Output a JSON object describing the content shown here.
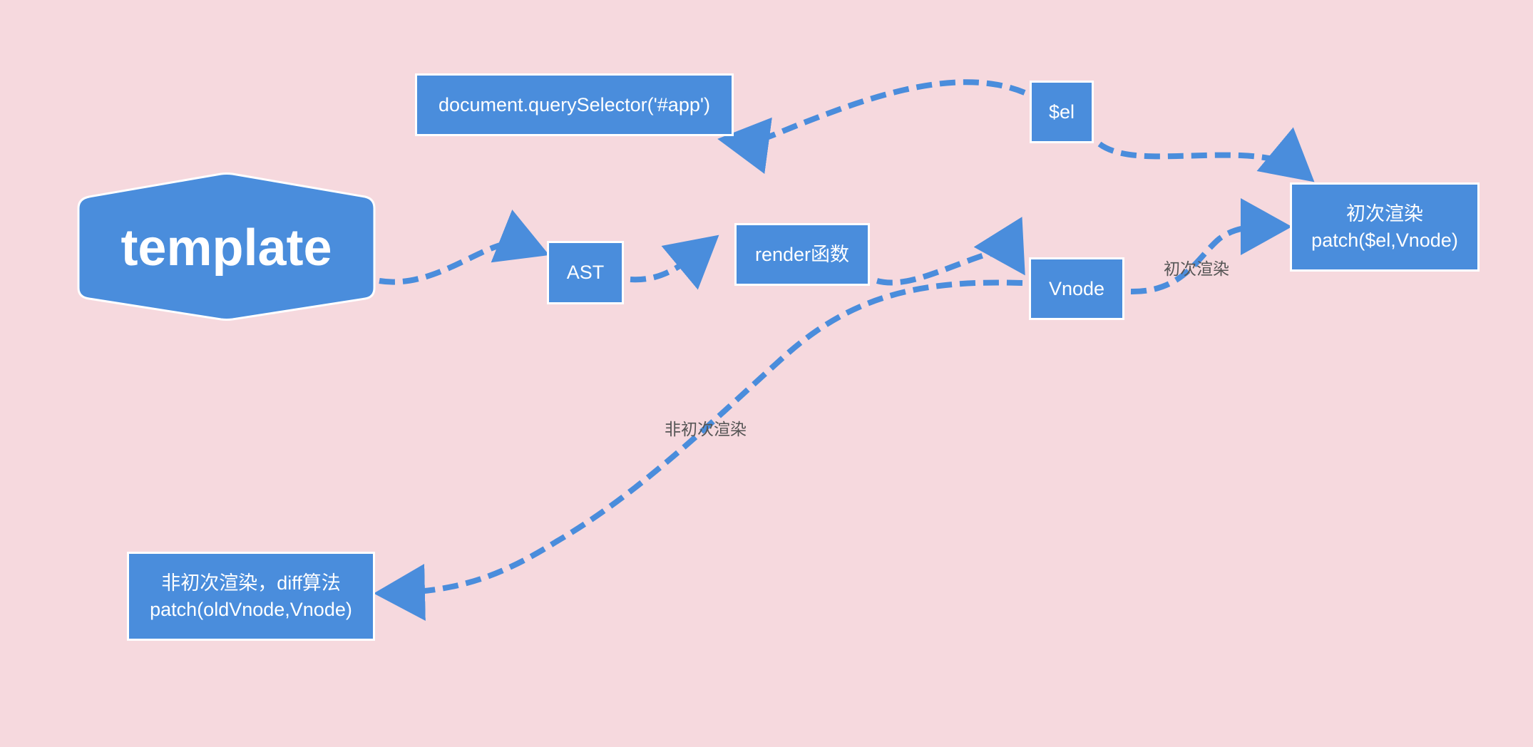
{
  "colors": {
    "background": "#f6d9de",
    "node_fill": "#4a8ddc",
    "node_border": "#ffffff",
    "edge": "#4a8ddc"
  },
  "nodes": {
    "template": {
      "label": "template",
      "shape": "hexagon"
    },
    "query": {
      "label": "document.querySelector('#app')"
    },
    "el": {
      "label": "$el"
    },
    "ast": {
      "label": "AST"
    },
    "render": {
      "label": "render函数"
    },
    "vnode": {
      "label": "Vnode"
    },
    "initial_patch": {
      "line1": "初次渲染",
      "line2": "patch($el,Vnode)"
    },
    "diff_patch": {
      "line1": "非初次渲染，diff算法",
      "line2": "patch(oldVnode,Vnode)"
    }
  },
  "edges": [
    {
      "from": "template",
      "to": "ast",
      "style": "dashed"
    },
    {
      "from": "ast",
      "to": "render",
      "style": "dashed"
    },
    {
      "from": "render",
      "to": "vnode",
      "style": "dashed"
    },
    {
      "from": "vnode",
      "to": "initial_patch",
      "label": "初次渲染",
      "style": "dashed"
    },
    {
      "from": "vnode",
      "to": "diff_patch",
      "label": "非初次渲染",
      "style": "dashed"
    },
    {
      "from": "el",
      "to": "query",
      "style": "dashed"
    },
    {
      "from": "el",
      "to": "initial_patch",
      "style": "dashed"
    }
  ],
  "edge_labels": {
    "initial": "初次渲染",
    "non_initial": "非初次渲染"
  }
}
